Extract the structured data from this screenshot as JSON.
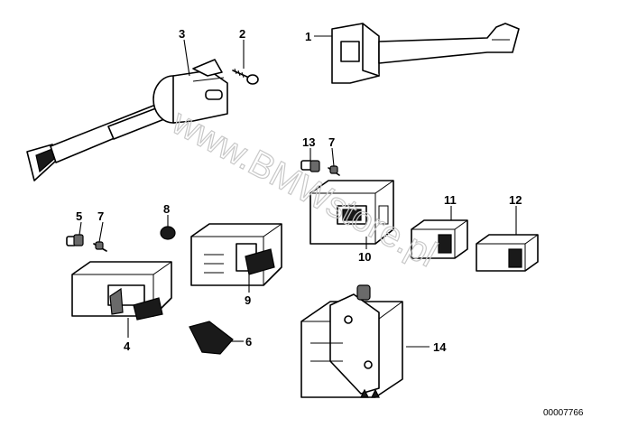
{
  "watermark": "www.BMWstore.pl",
  "diagram_id": "00007766",
  "callouts": {
    "c1": "1",
    "c2": "2",
    "c3": "3",
    "c4": "4",
    "c5": "5",
    "c6": "6",
    "c7a": "7",
    "c7b": "7",
    "c8": "8",
    "c9": "9",
    "c10": "10",
    "c11": "11",
    "c12": "12",
    "c13": "13",
    "c14": "14"
  }
}
